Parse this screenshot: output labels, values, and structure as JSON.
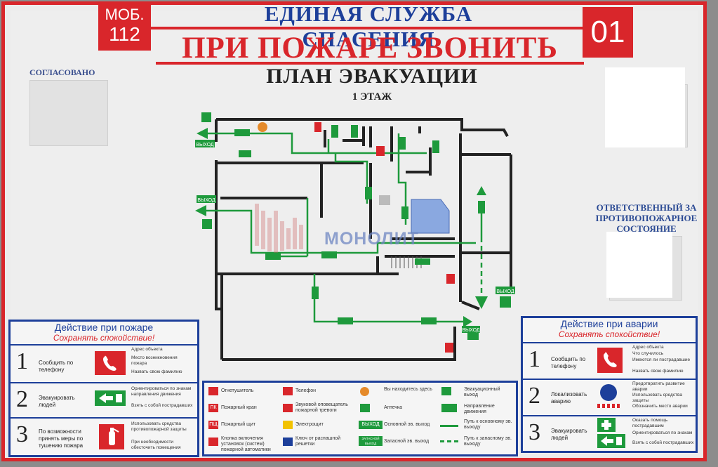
{
  "header": {
    "mob_label": "МОБ.",
    "mob_number": "112",
    "service_title": "ЕДИНАЯ СЛУЖБА СПАСЕНИЯ",
    "fire_call": "ПРИ ПОЖАРЕ ЗВОНИТЬ",
    "fire_number": "01",
    "plan_title": "ПЛАН ЭВАКУАЦИИ",
    "floor": "1 ЭТАЖ"
  },
  "agreed_label": "СОГЛАСОВАНО",
  "responsible_label": "ОТВЕТСТВЕННЫЙ ЗА ПРОТИВОПОЖАРНОЕ СОСТОЯНИЕ",
  "map": {
    "exit_labels": [
      "ВЫХОД",
      "ВЫХОД",
      "ВЫХОД",
      "ВЫХОД"
    ],
    "watermark": "МОНОЛИТ"
  },
  "fire_panel": {
    "title": "Действие при пожаре",
    "subtitle": "Сохранять спокойствие!",
    "steps": [
      {
        "num": "1",
        "label": "Сообщить по телефону",
        "bullets": [
          "Адрес объекта",
          "Место возникновения пожара",
          "Назвать свою фамилию"
        ]
      },
      {
        "num": "2",
        "label": "Эвакуировать людей",
        "bullets": [
          "Ориентироваться по знакам направления движения",
          "Взять с собой пострадавших"
        ]
      },
      {
        "num": "3",
        "label": "По возможности принять меры по тушению пожара",
        "bullets": [
          "Использовать средства противопожарной защиты",
          "При необходимости обесточить помещения"
        ]
      }
    ]
  },
  "accident_panel": {
    "title": "Действие при аварии",
    "subtitle": "Сохранять спокойствие!",
    "steps": [
      {
        "num": "1",
        "label": "Сообщить по телефону",
        "bullets": [
          "Адрес объекта",
          "Что случилось",
          "Имеются ли пострадавшие",
          "Назвать свою фамилию"
        ]
      },
      {
        "num": "2",
        "label": "Локализовать аварию",
        "bullets": [
          "Предотвратить развитие аварии",
          "Использовать средства защиты",
          "Обозначить место аварии"
        ]
      },
      {
        "num": "3",
        "label": "Эвакуировать людей",
        "bullets": [
          "Оказать помощь пострадавшим",
          "Ориентироваться по знакам",
          "Взять с собой пострадавших"
        ]
      }
    ]
  },
  "legend": {
    "items": [
      {
        "label": "Огнетушитель",
        "icon": "extinguisher-icon"
      },
      {
        "label": "Телефон",
        "icon": "phone-icon"
      },
      {
        "label": "Вы находитесь здесь",
        "icon": "you-are-here-icon"
      },
      {
        "label": "Эвакуационный выход",
        "icon": "exit-icon"
      },
      {
        "label": "Пожарный кран",
        "icon": "fire-hydrant-icon",
        "code": "ПК"
      },
      {
        "label": "Звуковой оповещатель пожарной тревоги",
        "icon": "alarm-icon"
      },
      {
        "label": "Аптечка",
        "icon": "first-aid-icon"
      },
      {
        "label": "Направление движения",
        "icon": "direction-icon"
      },
      {
        "label": "Пожарный щит",
        "icon": "fire-board-icon",
        "code": "ПЩ"
      },
      {
        "label": "Электрощит",
        "icon": "electric-panel-icon"
      },
      {
        "label": "Основной эв. выход",
        "icon": "main-exit-icon",
        "code": "ВЫХОД"
      },
      {
        "label": "Путь к основному эв. выходу",
        "icon": "main-path-icon"
      },
      {
        "label": "Кнопка включения установок (систем) пожарной автоматики",
        "icon": "button-icon"
      },
      {
        "label": "Ключ от распашной решетки",
        "icon": "key-icon"
      },
      {
        "label": "Запасной эв. выход",
        "icon": "spare-exit-icon",
        "code": "ЗАПАСНОЙ ВЫХОД"
      },
      {
        "label": "Путь к запасному эв. выходу",
        "icon": "spare-path-icon"
      }
    ]
  },
  "colors": {
    "red": "#d9262b",
    "blue": "#1d3f9a",
    "green": "#1e9a3c",
    "wall": "#222222"
  }
}
